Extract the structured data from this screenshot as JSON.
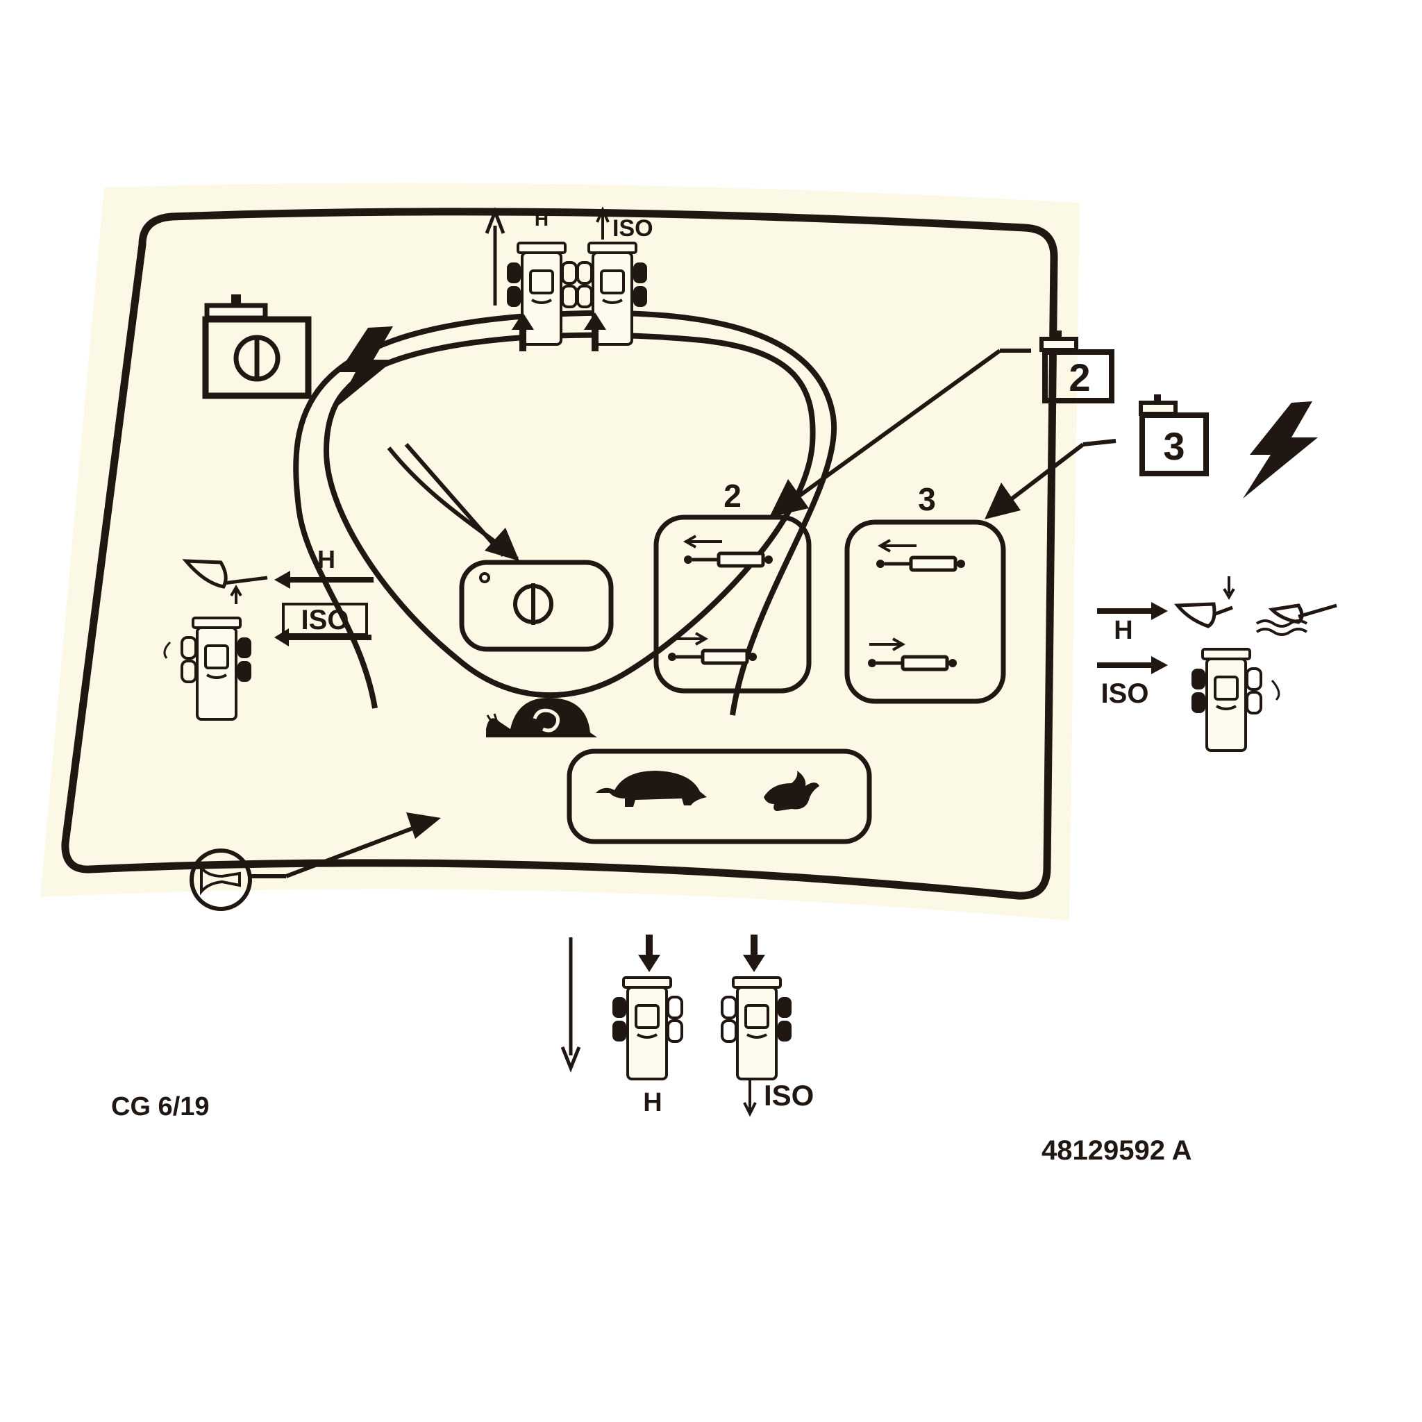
{
  "colors": {
    "background": "#ffffff",
    "sticker": "#fbf9e6",
    "ink": "#201712",
    "label_fill": "#fdfbee"
  },
  "decal": {
    "top": {
      "h": "H",
      "iso": "ISO"
    },
    "left": {
      "h": "H",
      "iso": "ISO"
    },
    "right": {
      "h": "H",
      "iso": "ISO"
    },
    "bottom": {
      "h": "H",
      "iso": "ISO"
    },
    "valve2": {
      "number": "2",
      "tag": "2"
    },
    "valve3": {
      "number": "3",
      "tag": "3"
    },
    "footer": {
      "date_code": "CG 6/19",
      "part_number": "48129592 A"
    },
    "icons": [
      "power-switch-icon",
      "lightning-icon",
      "tractor-icon",
      "snail-icon",
      "turtle-icon",
      "rabbit-icon",
      "horn-icon",
      "cylinder-extend-icon",
      "cylinder-retract-icon",
      "hitch-raise-icon",
      "hitch-lower-icon",
      "hitch-float-icon"
    ]
  }
}
